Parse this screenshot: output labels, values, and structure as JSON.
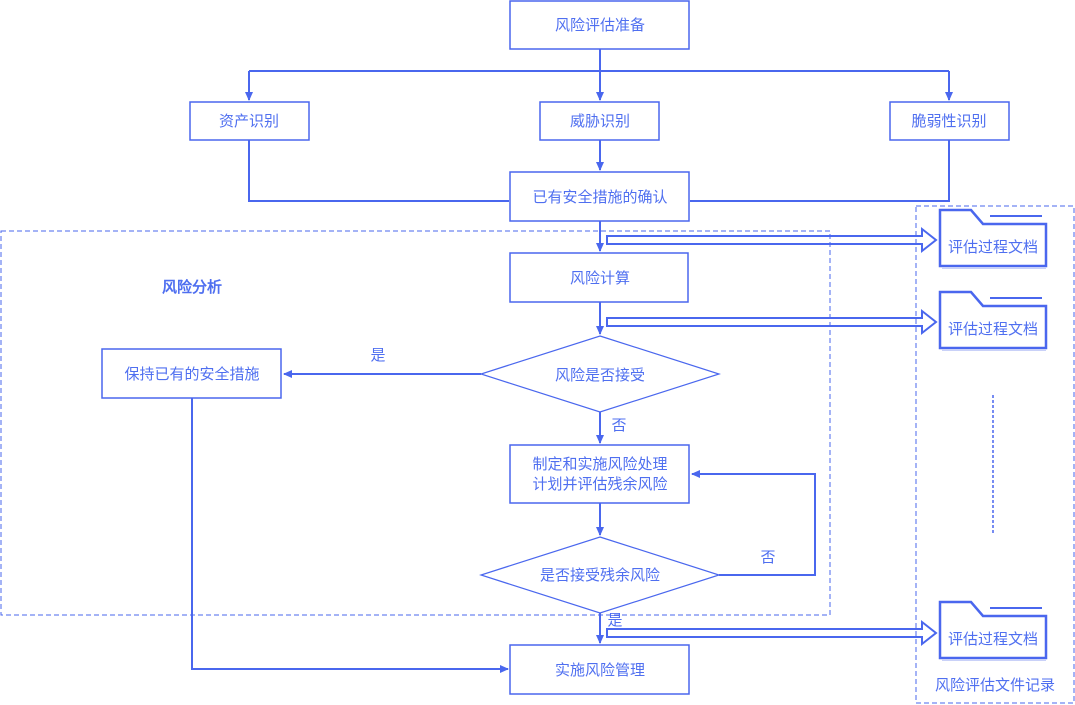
{
  "colors": {
    "primary": "#4a67ee",
    "text": "#4f6ff0",
    "background": "#ffffff"
  },
  "nodes": {
    "prepare": "风险评估准备",
    "asset": "资产识别",
    "threat": "威胁识别",
    "vulnerability": "脆弱性识别",
    "confirm_measures": "已有安全措施的确认",
    "risk_calc": "风险计算",
    "risk_accept_decision": "风险是否接受",
    "keep_measures": "保持已有的安全措施",
    "treatment_plan_line1": "制定和实施风险处理",
    "treatment_plan_line2": "计划并评估残余风险",
    "residual_accept_decision": "是否接受残余风险",
    "implement": "实施风险管理"
  },
  "labels": {
    "yes_1": "是",
    "no_1": "否",
    "no_2": "否",
    "yes_2": "是"
  },
  "groups": {
    "risk_analysis": "风险分析",
    "doc_records": "风险评估文件记录"
  },
  "documents": [
    {
      "label": "评估过程文档"
    },
    {
      "label": "评估过程文档"
    },
    {
      "label": "评估过程文档"
    }
  ]
}
